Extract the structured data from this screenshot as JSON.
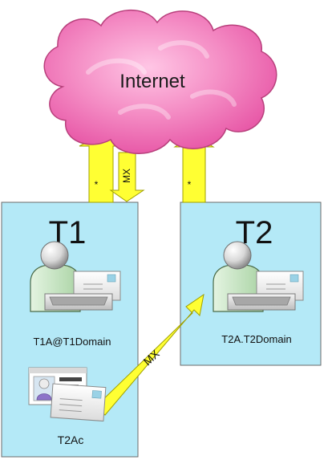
{
  "cloud": {
    "label": "Internet"
  },
  "tenant1": {
    "title": "T1",
    "user_label": "T1A@T1Domain",
    "contact_label": "T2Ac"
  },
  "tenant2": {
    "title": "T2",
    "user_label": "T2A.T2Domain"
  },
  "arrows": {
    "t1_outbound_label": "*",
    "t1_inbound_label": "MX",
    "t2_outbound_label": "*",
    "t1_to_t2_label": "MX"
  },
  "colors": {
    "cloud_fill": "#f27ab8",
    "cloud_stroke": "#b8407c",
    "box_fill": "#b4e9f7",
    "box_stroke": "#6b6b6b",
    "arrow_fill": "#ffff33",
    "arrow_stroke": "#a0a000",
    "person_body": "#c7e5c3",
    "person_stroke": "#4a6b48"
  },
  "icons": {
    "user_mailbox": "mail-user-icon",
    "contact_card": "contact-card-icon",
    "envelope": "envelope-icon"
  }
}
